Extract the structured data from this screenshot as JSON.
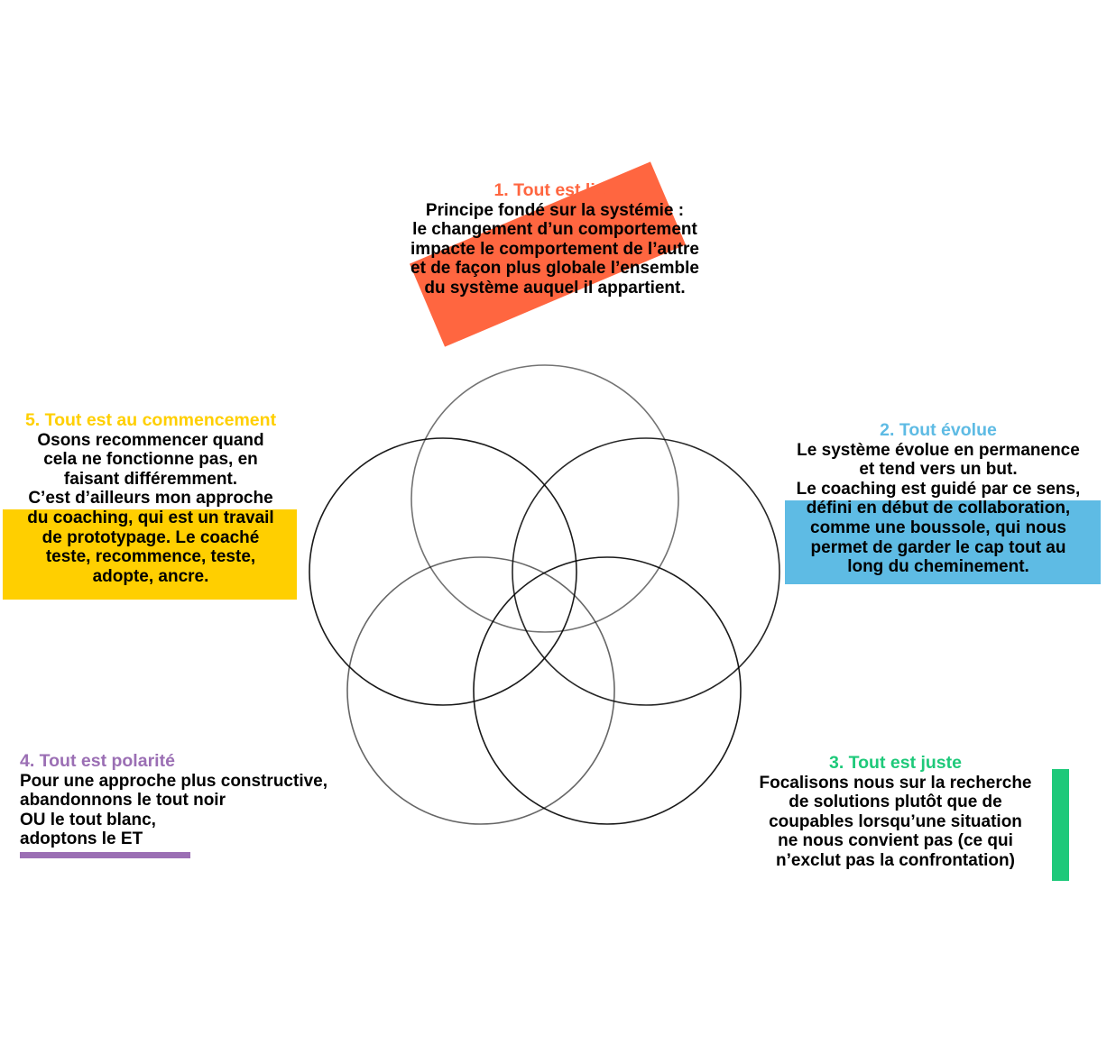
{
  "colors": {
    "principle_1": "#ff6640",
    "principle_2": "#5ebbe4",
    "principle_3": "#1ec97a",
    "principle_4": "#9b6fb4",
    "principle_5": "#ffcf00"
  },
  "principles": {
    "p1": {
      "title": "1. Tout est lien",
      "lines": [
        "Principe fondé sur la systémie :",
        "le changement d’un comportement",
        "impacte le comportement de l’autre",
        "et de façon plus globale l’ensemble",
        "du système auquel il appartient."
      ]
    },
    "p2": {
      "title": "2. Tout évolue",
      "lines": [
        "Le système évolue en permanence",
        "et tend vers un but.",
        "Le coaching est guidé par ce sens,",
        "défini en début de collaboration,",
        "comme une boussole, qui nous",
        "permet de garder le cap tout au",
        "long du cheminement."
      ]
    },
    "p3": {
      "title": "3. Tout est juste",
      "lines": [
        "Focalisons nous sur la recherche",
        "de solutions plutôt que de",
        "coupables lorsqu’une situation",
        "ne nous convient pas (ce qui",
        "n’exclut pas la confrontation)"
      ]
    },
    "p4": {
      "title": "4. Tout est polarité",
      "lines": [
        "Pour une approche plus constructive,",
        "abandonnons le tout noir",
        "OU le tout blanc,",
        "adoptons le ET"
      ]
    },
    "p5": {
      "title": "5. Tout est au commencement",
      "lines": [
        "Osons recommencer quand",
        "cela ne fonctionne pas, en",
        "faisant différemment.",
        "C’est d’ailleurs mon approche",
        "du coaching, qui est un travail",
        "de prototypage. Le coaché",
        "teste, recommence, teste,",
        "adopte, ancre."
      ]
    }
  }
}
